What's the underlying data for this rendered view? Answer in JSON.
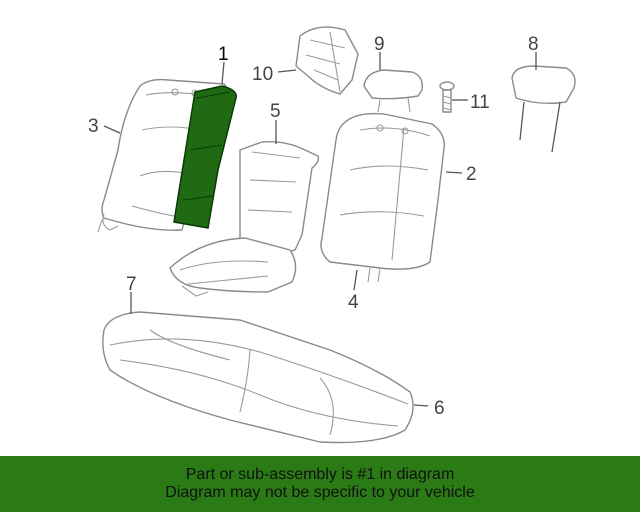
{
  "colors": {
    "highlight": "#1f6a12",
    "banner_bg": "#2a7a16",
    "line": "#8a8a8a"
  },
  "callouts": {
    "c1": "1",
    "c2": "2",
    "c3": "3",
    "c4": "4",
    "c5": "5",
    "c6": "6",
    "c7": "7",
    "c8": "8",
    "c9": "9",
    "c10": "10",
    "c11": "11"
  },
  "banner": {
    "line1": "Part or sub-assembly is #1 in diagram",
    "line2": "Diagram may not be specific to your vehicle"
  }
}
